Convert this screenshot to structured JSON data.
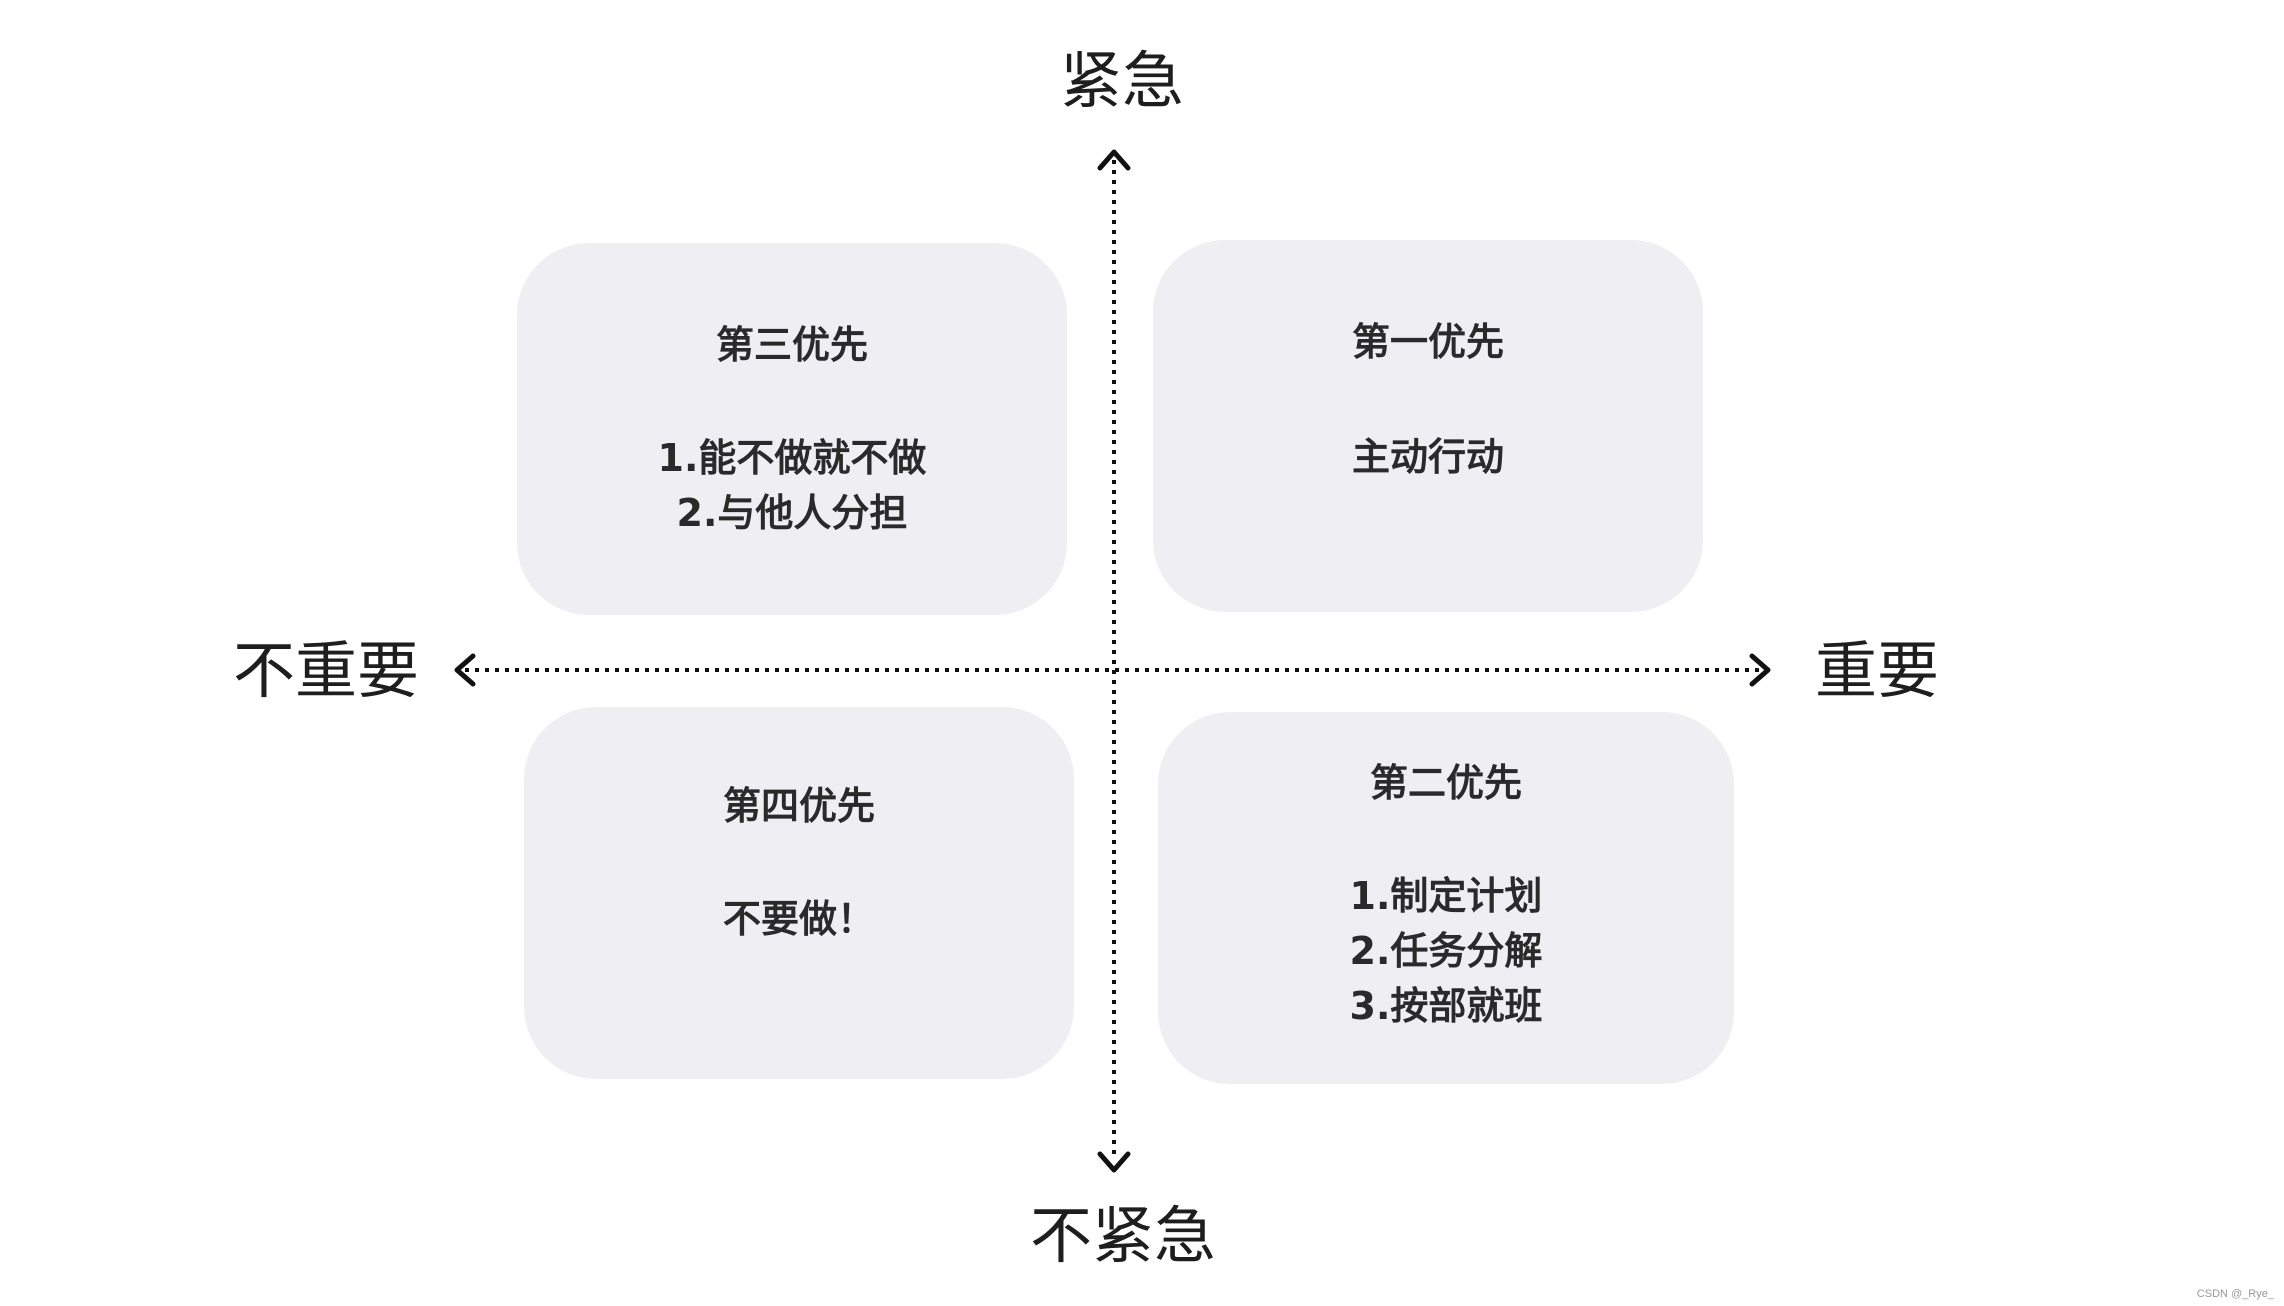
{
  "axes": {
    "top": "紧急",
    "bottom": "不紧急",
    "left": "不重要",
    "right": "重要"
  },
  "quadrants": {
    "third": {
      "title": "第三优先",
      "lines": [
        "1.能不做就不做",
        "2.与他人分担"
      ]
    },
    "first": {
      "title": "第一优先",
      "lines": [
        "主动行动"
      ]
    },
    "fourth": {
      "title": "第四优先",
      "lines": [
        "不要做！"
      ]
    },
    "second": {
      "title": "第二优先",
      "lines": [
        "1.制定计划",
        "2.任务分解",
        "3.按部就班"
      ]
    }
  },
  "watermark": "CSDN @_Rye_",
  "colors": {
    "quadrant_fill": "#efeef3",
    "axis": "#111111",
    "text": "#2a2a2a"
  }
}
